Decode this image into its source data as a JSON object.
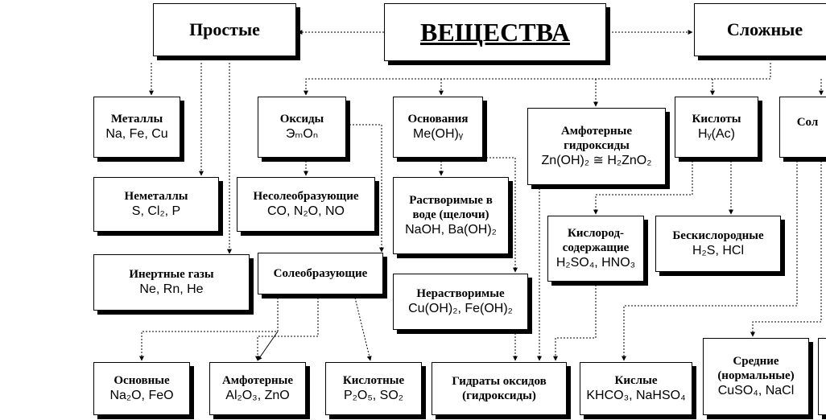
{
  "title": "ВЕЩЕСТВА",
  "simple": "Простые",
  "complex": "Сложные",
  "metals": {
    "title": "Металлы",
    "formula": "Na, Fe, Cu"
  },
  "nonmetals": {
    "title": "Неметаллы",
    "formula": "S, Cl₂, P"
  },
  "inert": {
    "title": "Инертные газы",
    "formula": "Ne, Rn, He"
  },
  "oxides": {
    "title": "Оксиды",
    "formula": "ЭₘOₙ"
  },
  "non_salt": {
    "title": "Несолеобразующие",
    "formula": "CO, N₂O, NO"
  },
  "salt_forming": {
    "title": "Солеобразующие"
  },
  "bases": {
    "title": "Основания",
    "formula": "Me(OH)ᵧ"
  },
  "soluble": {
    "title1": "Растворимые в",
    "title2": "воде (щелочи)",
    "formula": "NaOH, Ba(OH)₂"
  },
  "insoluble": {
    "title": "Нерастворимые",
    "formula": "Cu(OH)₂, Fe(OH)₂"
  },
  "amphoteric_hydroxides": {
    "title1": "Амфотерные",
    "title2": "гидроксиды",
    "formula": "Zn(OH)₂ ≅ H₂ZnO₂"
  },
  "acids": {
    "title": "Кислоты",
    "formula": "Hᵧ(Ac)"
  },
  "oxygen_acids": {
    "title1": "Кислород-",
    "title2": "содержащие",
    "formula": "H₂SO₄, HNO₃"
  },
  "anoxic_acids": {
    "title": "Бескислородные",
    "formula": "H₂S, HCl"
  },
  "salts": {
    "title": "Сол"
  },
  "basic_oxides": {
    "title": "Основные",
    "formula": "Na₂O, FeO"
  },
  "amphoteric_oxides": {
    "title": "Амфотерные",
    "formula": "Al₂O₃, ZnO"
  },
  "acid_oxides": {
    "title": "Кислотные",
    "formula": "P₂O₅, SO₂"
  },
  "hydrates": {
    "title1": "Гидраты оксидов",
    "title2": "(гидроксиды)"
  },
  "acid_salts": {
    "title": "Кислые",
    "formula": "KHCO₃, NaHSO₄"
  },
  "normal_salts": {
    "title1": "Средние",
    "title2": "(нормальные)",
    "formula": "CuSO₄, NaCl"
  }
}
